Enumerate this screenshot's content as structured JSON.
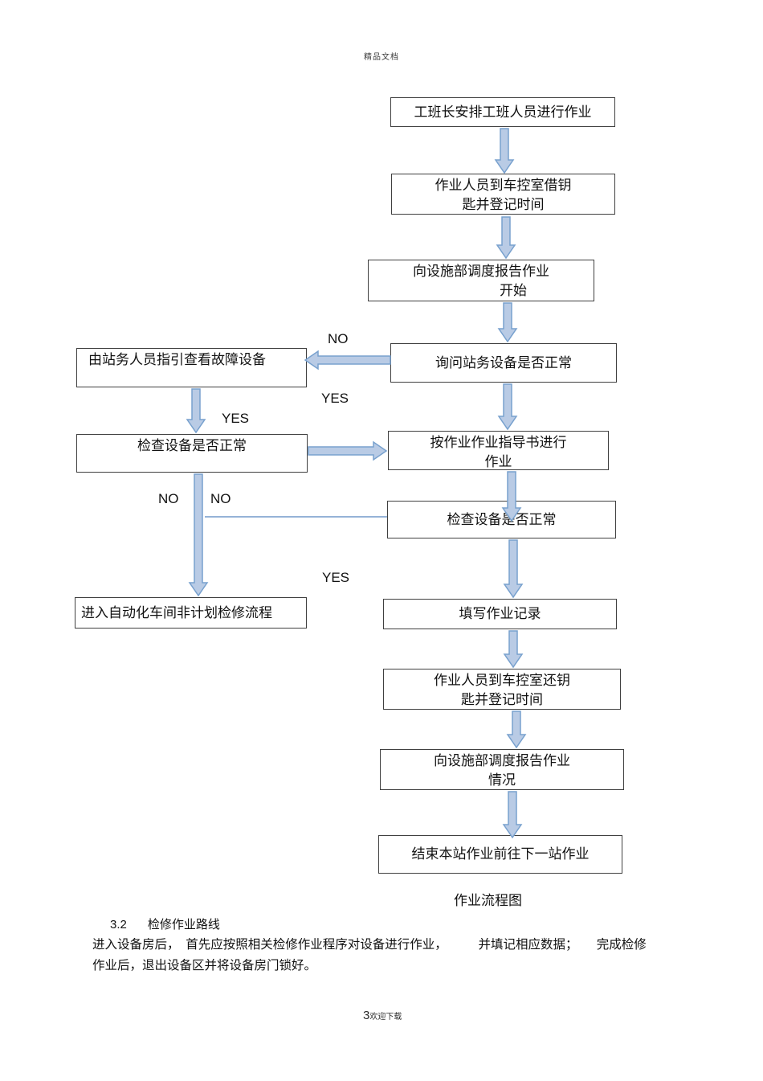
{
  "page": {
    "watermark": "精品文档",
    "footer": {
      "page_number": "3",
      "text": "欢迎下载"
    }
  },
  "flowchart": {
    "caption": "作业流程图",
    "nodes": {
      "assign_work": {
        "text": "工班长安排工班人员进行作业"
      },
      "borrow_key": {
        "line1": "作业人员到车控室借钥",
        "line2": "匙并登记时间"
      },
      "report_start": {
        "line1": "向设施部调度报告作业",
        "line2": "开始"
      },
      "ask_station": {
        "text": "询问站务设备是否正常"
      },
      "guided_check": {
        "text": "由站务人员指引查看故障设备"
      },
      "check_device_left": {
        "text": "检查设备是否正常"
      },
      "work_instruction": {
        "line1": "按作业作业指导书进行",
        "line2": "作业"
      },
      "check_device_right": {
        "text": "检查设备是否正常"
      },
      "unplanned_repair": {
        "text": "进入自动化车间非计划检修流程"
      },
      "fill_record": {
        "text": "填写作业记录"
      },
      "return_key": {
        "line1": "作业人员到车控室还钥",
        "line2": "匙并登记时间"
      },
      "report_status": {
        "line1": "向设施部调度报告作业",
        "line2": "情况"
      },
      "finish_station": {
        "text": "结束本站作业前往下一站作业"
      }
    },
    "branch_labels": {
      "no1": "NO",
      "yes1": "YES",
      "yes2": "YES",
      "no2": "NO",
      "no3": "NO",
      "yes3": "YES"
    },
    "colors": {
      "arrow_fill": "#b9cbe5",
      "arrow_stroke": "#78a1ce",
      "connector": "#95b3d7",
      "box_border": "#404040"
    }
  },
  "section": {
    "heading_number": "3.2",
    "heading_title": "检修作业路线",
    "paragraph_line1": "进入设备房后，　首先应按照相关检修作业程序对设备进行作业，　　　并填记相应数据；　　完成检修",
    "paragraph_line2": "作业后，退出设备区并将设备房门锁好。"
  }
}
